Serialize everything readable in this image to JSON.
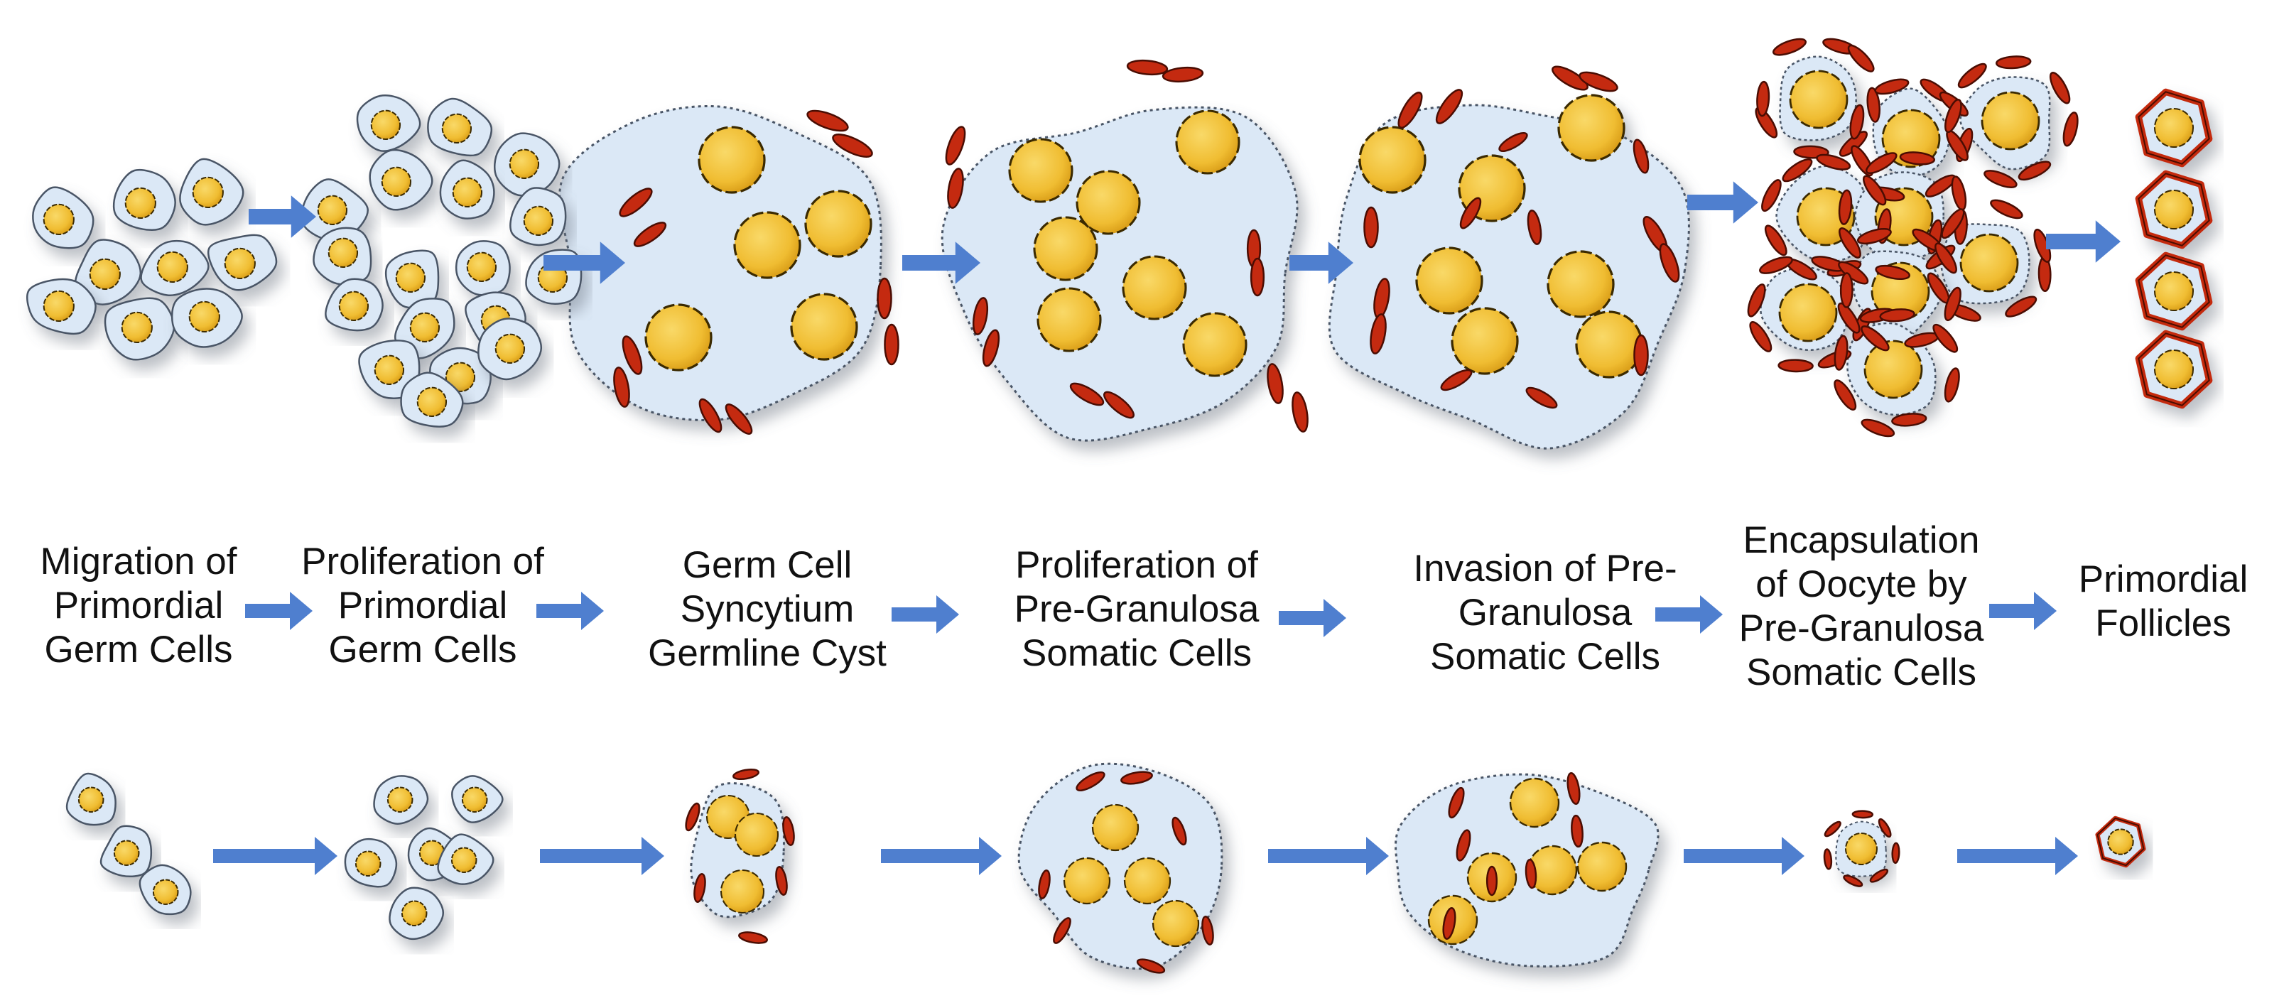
{
  "colors": {
    "cell_fill": "#dbe8f6",
    "cell_edge": "#4a5566",
    "nucleus_fill": "#f2c23c",
    "nucleus_edge": "#3a2a06",
    "somatic_fill": "#c42a10",
    "somatic_edge": "#4a0d03",
    "arrow": "#4f7fcf",
    "text": "#111111"
  },
  "icons": {
    "cell": "germ-cell-icon",
    "nucleus": "nucleus-icon",
    "somatic": "somatic-cell-icon",
    "arrow": "right-arrow-icon"
  },
  "stages": [
    {
      "id": "migration",
      "lines": [
        "Migration of",
        "Primordial",
        "Germ Cells"
      ]
    },
    {
      "id": "proliferation-pgc",
      "lines": [
        "Proliferation of",
        "Primordial",
        "Germ Cells"
      ]
    },
    {
      "id": "syncytium",
      "lines": [
        "Germ Cell",
        "Syncytium",
        "Germline Cyst"
      ]
    },
    {
      "id": "proliferation-pregranulosa",
      "lines": [
        "Proliferation of",
        "Pre-Granulosa",
        "Somatic Cells"
      ]
    },
    {
      "id": "invasion",
      "lines": [
        "Invasion of Pre-",
        "Granulosa",
        "Somatic Cells"
      ]
    },
    {
      "id": "encapsulation",
      "lines": [
        "Encapsulation",
        "of Oocyte by",
        "Pre-Granulosa",
        "Somatic Cells"
      ]
    },
    {
      "id": "primordial-follicles",
      "lines": [
        "Primordial",
        "Follicles"
      ]
    }
  ]
}
